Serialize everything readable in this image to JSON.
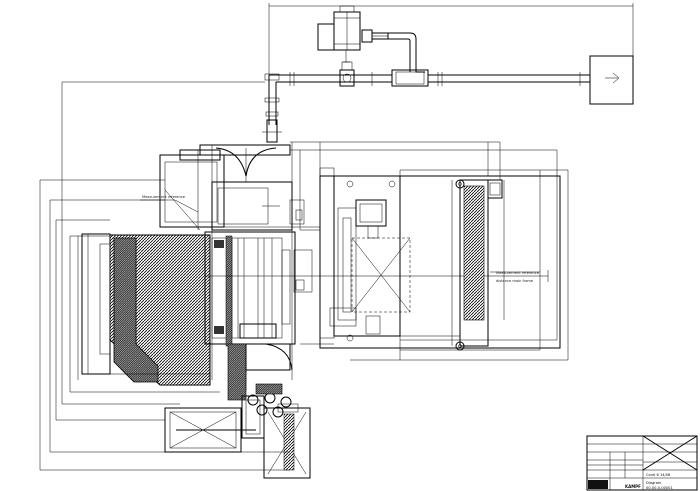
{
  "annotations": {
    "side_note": "Measurement reference",
    "center_note_1": "Measurement reference",
    "center_note_2": "distance main frame"
  },
  "title_block": {
    "company": "KAMPF",
    "title": "Conti 6 14/08",
    "subtitle": "Diagram",
    "drawing_number": "00-00-0-00001"
  }
}
